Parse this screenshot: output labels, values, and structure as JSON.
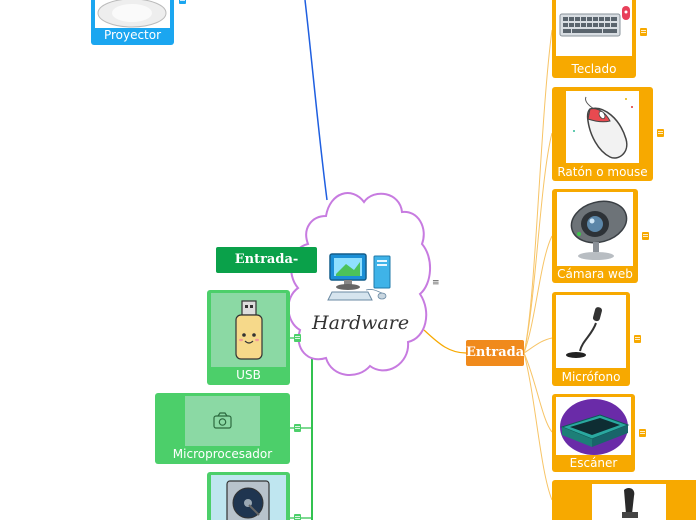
{
  "root": {
    "title": "Hardware",
    "menu_glyph": "≡"
  },
  "branches": {
    "entrada": "Entrada",
    "entrada_salida": "Entrada-Salida"
  },
  "entrada_items": [
    "Teclado",
    "Ratón o mouse",
    "Cámara web",
    "Micrófono",
    "Escáner"
  ],
  "entrada_salida_items": [
    "USB",
    "Microprocesador"
  ],
  "salida_items": [
    "Proyector"
  ],
  "image_placeholder_icon": "camera-icon",
  "colors": {
    "entrada": "#f7a900",
    "entrada_tag": "#f08a1c",
    "entrada_salida": "#4ccf6a",
    "entrada_salida_tag": "#0aa14a",
    "salida": "#1ba6f0",
    "salida_link": "#1f5fe0",
    "cloud_outline": "#c77be0"
  }
}
